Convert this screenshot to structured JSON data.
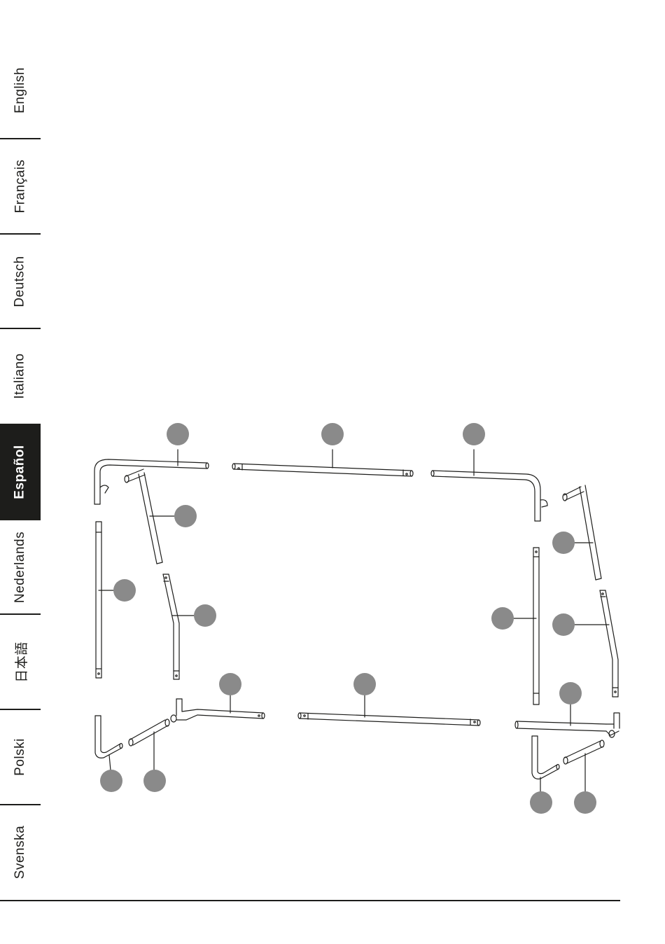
{
  "sidebar": {
    "languages": [
      {
        "label": "English",
        "active": false
      },
      {
        "label": "Français",
        "active": false
      },
      {
        "label": "Deutsch",
        "active": false
      },
      {
        "label": "Italiano",
        "active": false
      },
      {
        "label": "Español",
        "active": true
      },
      {
        "label": "Nederlands",
        "active": false
      },
      {
        "label": "日本語",
        "active": false
      },
      {
        "label": "Polski",
        "active": false
      },
      {
        "label": "Svenska",
        "active": false
      }
    ]
  },
  "diagram": {
    "stroke_color": "#1d1d1b",
    "callout_color": "#8a8a8a",
    "callout_count": 16
  }
}
